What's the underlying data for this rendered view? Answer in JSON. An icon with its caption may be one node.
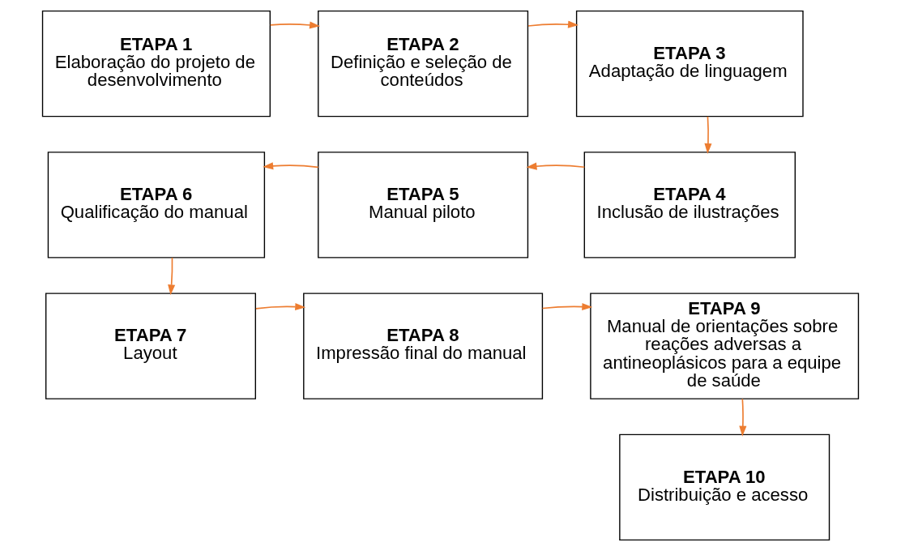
{
  "diagram": {
    "nodes": [
      {
        "text": [
          "ETAPA 1",
          "Elaboração do projeto de desenvolvimento"
        ]
      },
      {
        "text": [
          "ETAPA 2",
          "Definição e seleção de conteúdos"
        ]
      },
      {
        "text": [
          "ETAPA 3",
          "Adaptação de linguagem"
        ]
      },
      {
        "text": [
          "ETAPA 4",
          "Inclusão de ilustrações"
        ]
      },
      {
        "text": [
          "ETAPA 5",
          "Manual piloto"
        ]
      },
      {
        "text": [
          "ETAPA 6",
          "Qualificação do manual"
        ]
      },
      {
        "text": [
          "ETAPA 7",
          "Layout"
        ]
      },
      {
        "text": [
          "ETAPA 8",
          "Impressão final do manual"
        ]
      },
      {
        "text": [
          "ETAPA 9",
          "Manual de orientações sobre reações adversas a antineoplásicos para a equipe de saúde"
        ]
      },
      {
        "text": [
          "ETAPA 10",
          "Distribuição e acesso"
        ]
      }
    ],
    "edges": [
      {
        "from": 0,
        "to": 1,
        "arrow": "to"
      },
      {
        "from": 1,
        "to": 2,
        "arrow": "to"
      },
      {
        "from": 2,
        "to": 3,
        "arrow": "to"
      },
      {
        "from": 3,
        "to": 4,
        "arrow": "to"
      },
      {
        "from": 4,
        "to": 5,
        "arrow": "to"
      },
      {
        "from": 5,
        "to": 6,
        "arrow": "to"
      },
      {
        "from": 6,
        "to": 7,
        "arrow": "to"
      },
      {
        "from": 7,
        "to": 8,
        "arrow": "to"
      },
      {
        "from": 8,
        "to": 9,
        "arrow": "to"
      }
    ]
  }
}
